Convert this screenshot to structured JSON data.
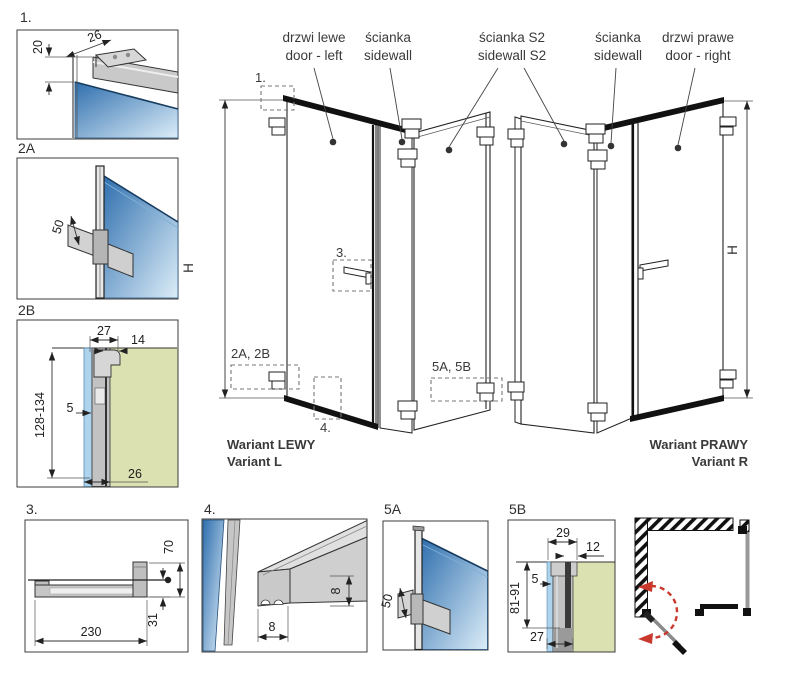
{
  "top_labels": {
    "door_left": {
      "pl": "drzwi lewe",
      "en": "door - left"
    },
    "sidewall_left": {
      "pl": "ścianka",
      "en": "sidewall"
    },
    "sidewall_s2": {
      "pl": "ścianka S2",
      "en": "sidewall S2"
    },
    "sidewall_right": {
      "pl": "ścianka",
      "en": "sidewall"
    },
    "door_right": {
      "pl": "drzwi prawe",
      "en": "door - right"
    }
  },
  "variants": {
    "left": {
      "pl": "Wariant LEWY",
      "en": "Variant L"
    },
    "right": {
      "pl": "Wariant PRAWY",
      "en": "Variant R"
    }
  },
  "callouts": {
    "c1": "1.",
    "c2ab": "2A, 2B",
    "c3": "3.",
    "c4": "4.",
    "c5ab": "5A, 5B"
  },
  "height_label": "H",
  "details": {
    "d1": {
      "label": "1.",
      "dim_width": "26",
      "dim_height": "20"
    },
    "d2a": {
      "label": "2A",
      "dim_bracket": "50"
    },
    "d2b": {
      "label": "2B",
      "dim_profile": "27",
      "dim_offset": "14",
      "dim_range": "128-134",
      "dim_glass": "5",
      "dim_base": "26"
    },
    "d3": {
      "label": "3.",
      "dim_length": "230",
      "dim_drop": "31",
      "dim_height": "70"
    },
    "d4": {
      "label": "4.",
      "dim_width": "8",
      "dim_height": "8"
    },
    "d5a": {
      "label": "5A",
      "dim_bracket": "50"
    },
    "d5b": {
      "label": "5B",
      "dim_profile": "29",
      "dim_offset": "12",
      "dim_range": "81-91",
      "dim_glass": "5",
      "dim_base": "27"
    }
  },
  "colors": {
    "glass_dark": "#2f6fae",
    "glass_light": "#dcedf8",
    "glass_strip": "#aed3ec",
    "olive": "#dce1b2",
    "metal": "#c6c6c6",
    "line": "#222222",
    "accent_red": "#c9392d"
  }
}
